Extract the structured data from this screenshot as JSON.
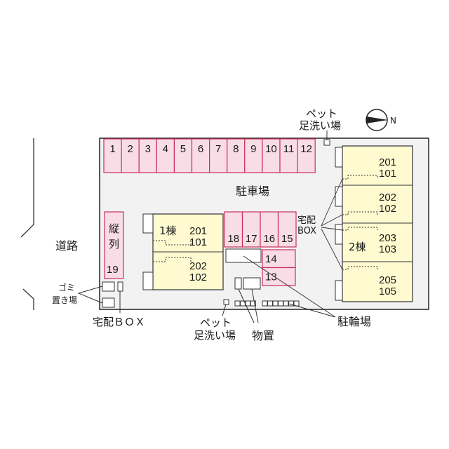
{
  "colors": {
    "parking": "#f9dde6",
    "parking_stroke": "#c9305a",
    "building": "#fffad0",
    "site_outline": "#222222",
    "site_fill": "#f2f2f2"
  },
  "labels": {
    "pet_wash_top_line1": "ペット",
    "pet_wash_top_line2": "足洗い場",
    "compass_letter": "N",
    "parking_lot": "駐車場",
    "road": "道路",
    "garbage_line1": "ゴミ",
    "garbage_line2": "置き場",
    "delivery_box_bottom": "宅配ＢＯＸ",
    "delivery_box_mid_line1": "宅配",
    "delivery_box_mid_line2": "BOX",
    "pet_wash_bottom_line1": "ペット",
    "pet_wash_bottom_line2": "足洗い場",
    "storage": "物置",
    "bicycle_parking": "駐輪場",
    "spot19_line1": "縦",
    "spot19_line2": "列"
  },
  "parking_top": [
    "1",
    "2",
    "3",
    "4",
    "5",
    "6",
    "7",
    "8",
    "9",
    "10",
    "11",
    "12"
  ],
  "parking_mid": [
    "18",
    "17",
    "16",
    "15"
  ],
  "parking_side": [
    "14",
    "13"
  ],
  "parking_vertical": "19",
  "building1": {
    "name": "1棟",
    "units": [
      {
        "upper": "201",
        "lower": "101"
      },
      {
        "upper": "202",
        "lower": "102"
      }
    ]
  },
  "building2": {
    "name": "2棟",
    "units": [
      {
        "upper": "201",
        "lower": "101"
      },
      {
        "upper": "202",
        "lower": "102"
      },
      {
        "upper": "203",
        "lower": "103"
      },
      {
        "upper": "205",
        "lower": "105"
      }
    ]
  }
}
